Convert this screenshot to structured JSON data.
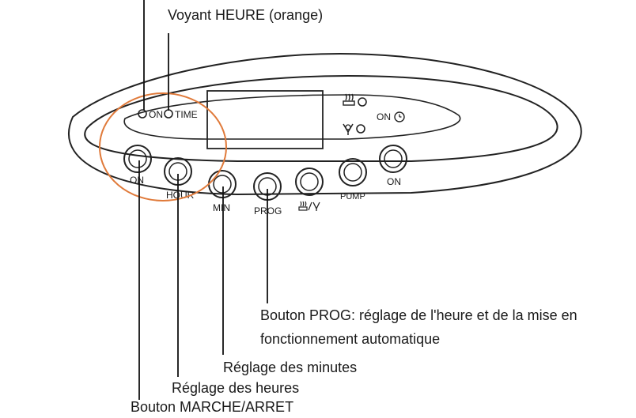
{
  "labels": {
    "voyant_heure": "Voyant HEURE (orange)",
    "bouton_prog_line1": "Bouton PROG: réglage de l'heure et de la mise en",
    "bouton_prog_line2": "fonctionnement automatique",
    "reglage_minutes": "Réglage des minutes",
    "reglage_heures": "Réglage des heures",
    "bouton_marche_arret": "Bouton MARCHE/ARRET"
  },
  "panel": {
    "led_on": "ON",
    "led_time": "TIME",
    "right_led_label": "ON",
    "buttons": {
      "on": "ON",
      "hour": "HOUR",
      "min": "MIN",
      "prog": "PROG",
      "pump": "PUMP",
      "power_on": "ON"
    }
  },
  "colors": {
    "highlight_circle": "#e07a3a",
    "outline": "#222222"
  },
  "icons": {
    "heater": "heater-icon",
    "fan": "fan-icon",
    "clock": "clock-icon",
    "heater_fan": "heater-fan-icon"
  }
}
